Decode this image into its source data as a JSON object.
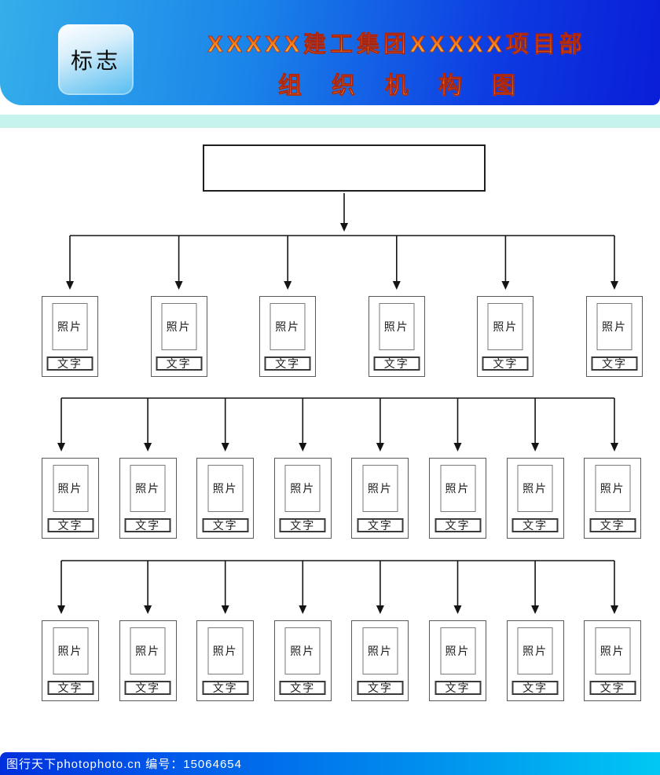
{
  "header": {
    "logo_label": "标志",
    "title_line1": "XXXXX建工集团XXXXX项目部",
    "title_line2": "组织机构图",
    "bg_color_left": "#35aeea",
    "bg_color_right": "#0a1ed7",
    "title_color_top": "#d8321c",
    "title_color_bottom": "#ffd24a"
  },
  "divider": {
    "color": "#c6f4ed"
  },
  "org_chart": {
    "root_label": "",
    "photo_label": "照片",
    "caption_label": "文字",
    "line_color": "#141414",
    "rows": [
      {
        "count": 6
      },
      {
        "count": 8
      },
      {
        "count": 8
      }
    ]
  },
  "footer": {
    "watermark": "图行天下photophoto.cn  编号：15064654",
    "bg_color_left": "#0030dc",
    "bg_color_right": "#00c8f4"
  }
}
